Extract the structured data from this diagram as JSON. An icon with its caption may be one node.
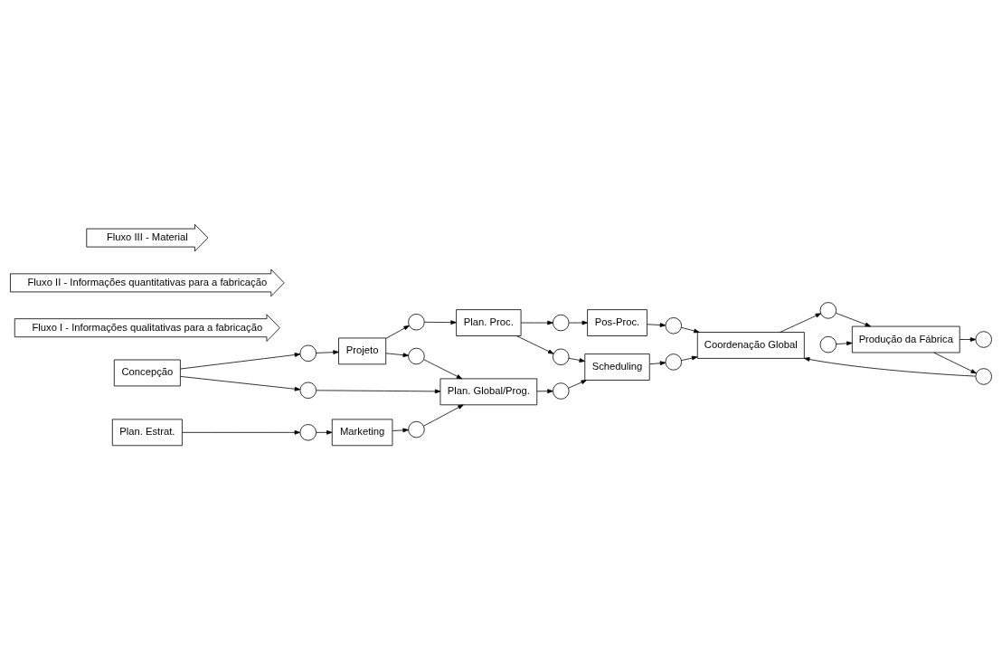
{
  "diagram": {
    "nodes": [
      {
        "text": [
          "Concepção"
        ]
      },
      {
        "text": [],
        "shape": "circle"
      },
      {
        "text": [
          "Projeto"
        ]
      },
      {
        "text": [],
        "shape": "circle"
      },
      {
        "text": [
          "Plan. Proc."
        ]
      },
      {
        "text": [],
        "shape": "circle"
      },
      {
        "text": [
          "Pos-Proc."
        ]
      },
      {
        "text": [],
        "shape": "circle"
      },
      {
        "text": [],
        "shape": "circle"
      },
      {
        "text": [],
        "shape": "circle"
      },
      {
        "text": [
          "Plan. Estrat."
        ]
      },
      {
        "text": [],
        "shape": "circle"
      },
      {
        "text": [
          "Marketing"
        ]
      },
      {
        "text": [],
        "shape": "circle"
      },
      {
        "text": [
          "Plan. Global/Prog."
        ]
      },
      {
        "text": [],
        "shape": "circle"
      },
      {
        "text": [
          "Scheduling"
        ]
      },
      {
        "text": [],
        "shape": "circle"
      },
      {
        "text": [],
        "shape": "circle"
      },
      {
        "text": [
          "Coordenação Global"
        ]
      },
      {
        "text": [],
        "shape": "circle"
      },
      {
        "text": [],
        "shape": "circle"
      },
      {
        "text": [],
        "shape": "circle"
      },
      {
        "text": [
          "Produção da Fábrica"
        ]
      },
      {
        "text": [],
        "shape": "circle"
      },
      {
        "text": [
          "Fluxo I - Informações qualitativas para a fabricação"
        ]
      },
      {
        "text": [
          "Fluxo II - Informações quantitativas para a fabricação"
        ]
      },
      {
        "text": [
          "Fluxo III - Material"
        ]
      }
    ],
    "edges": [
      {
        "from": 0,
        "to": 1,
        "arrow": "to"
      },
      {
        "from": 1,
        "to": 2,
        "arrow": "to"
      },
      {
        "from": 2,
        "to": 3,
        "arrow": "to"
      },
      {
        "from": 3,
        "to": 4,
        "arrow": "to"
      },
      {
        "from": 4,
        "to": 5,
        "arrow": "to"
      },
      {
        "from": 5,
        "to": 6,
        "arrow": "to"
      },
      {
        "from": 0,
        "to": 8,
        "arrow": "to"
      },
      {
        "from": 2,
        "to": 9,
        "arrow": "to"
      },
      {
        "from": 4,
        "to": 7,
        "arrow": "to"
      },
      {
        "from": 8,
        "to": 14,
        "arrow": "to"
      },
      {
        "from": 9,
        "to": 14,
        "arrow": "to"
      },
      {
        "from": 7,
        "to": 16,
        "arrow": "to"
      },
      {
        "from": 10,
        "to": 11,
        "arrow": "to"
      },
      {
        "from": 11,
        "to": 12,
        "arrow": "to"
      },
      {
        "from": 12,
        "to": 13,
        "arrow": "to"
      },
      {
        "from": 13,
        "to": 14,
        "arrow": "to"
      },
      {
        "from": 14,
        "to": 15,
        "arrow": "to"
      },
      {
        "from": 15,
        "to": 16,
        "arrow": "to"
      },
      {
        "from": 16,
        "to": 17,
        "arrow": "to"
      },
      {
        "from": 6,
        "to": 18,
        "arrow": "to"
      },
      {
        "from": 17,
        "to": 19,
        "arrow": "to"
      },
      {
        "from": 18,
        "to": 19,
        "arrow": "to"
      },
      {
        "from": 19,
        "to": 21,
        "arrow": "to"
      },
      {
        "from": 21,
        "to": 23,
        "arrow": "to"
      },
      {
        "from": 23,
        "to": 20,
        "arrow": "to"
      },
      {
        "from": 20,
        "to": 19,
        "arrow": "to"
      },
      {
        "from": 22,
        "to": 23,
        "arrow": "to"
      },
      {
        "from": 23,
        "to": 24,
        "arrow": "to"
      }
    ]
  }
}
